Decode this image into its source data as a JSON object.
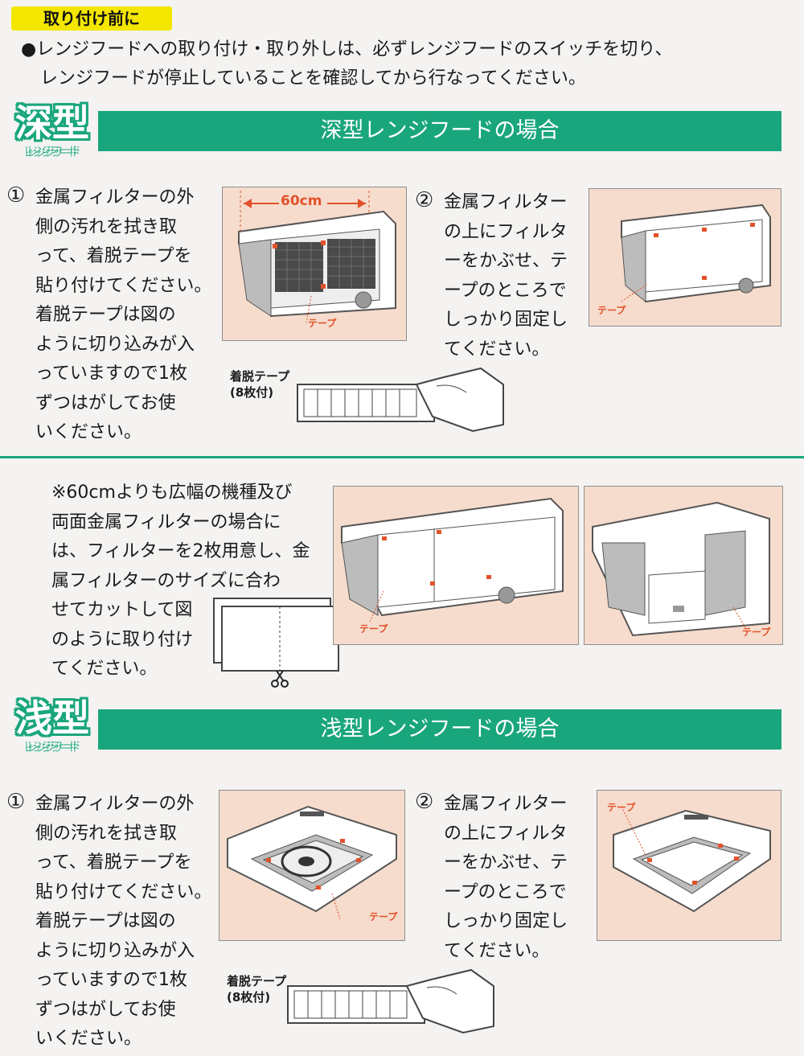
{
  "header": {
    "tag": "取り付け前に",
    "notice_line1": "●レンジフードへの取り付け・取り外しは、必ずレンジフードのスイッチを切り、",
    "notice_line2": "レンジフードが停止していることを確認してから行なってください。"
  },
  "deep": {
    "badge_word": "深型",
    "badge_sub": "レンジフード",
    "banner": "深型レンジフードの場合",
    "step1_num": "①",
    "step1_text": "金属フィルターの外\n側の汚れを拭き取\nって、着脱テープを\n貼り付けてください。\n着脱テープは図の\nように切り込みが入\nっていますので1枚\nずつはがしてお使\nいください。",
    "step2_num": "②",
    "step2_text": "金属フィルター\nの上にフィルタ\nーをかぶせ、テ\nープのところで\nしっかり固定し\nてください。",
    "width_label": "60cm",
    "tape_label": "テープ",
    "tape_pack_label": "着脱テープ\n(8枚付)"
  },
  "wide_note": {
    "text": "※60cmよりも広幅の機種及び\n両面金属フィルターの場合に\nは、フィルターを2枚用意し、金\n属フィルターのサイズに合わ\nせてカットして図\nのように取り付け\nてください。",
    "tape_label": "テープ"
  },
  "shallow": {
    "badge_word": "浅型",
    "badge_sub": "レンジフード",
    "banner": "浅型レンジフードの場合",
    "step1_num": "①",
    "step1_text": "金属フィルターの外\n側の汚れを拭き取\nって、着脱テープを\n貼り付けてください。\n着脱テープは図の\nように切り込みが入\nっていますので1枚\nずつはがしてお使\nいください。",
    "step2_num": "②",
    "step2_text": "金属フィルター\nの上にフィルタ\nーをかぶせ、テ\nープのところで\nしっかり固定し\nてください。",
    "tape_label": "テープ",
    "tape_pack_label": "着脱テープ\n(8枚付)"
  },
  "colors": {
    "brand_green": "#1aa67c",
    "tag_yellow": "#f3e600",
    "panel_peach": "#f6dccd",
    "tape_red": "#e2522a"
  }
}
